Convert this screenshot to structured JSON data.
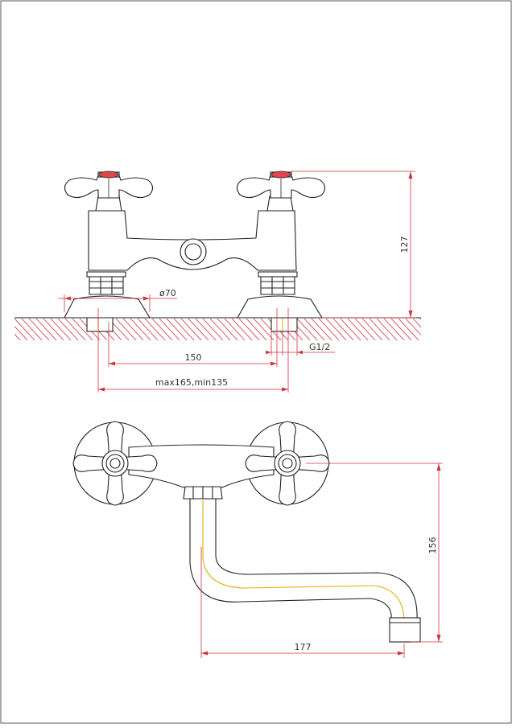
{
  "drawing": {
    "dimensions": {
      "height_front": "127",
      "diameter_base": "ø70",
      "center_distance": "150",
      "thread": "G1/2",
      "range": "max165,min135",
      "height_top": "156",
      "spout_reach": "177"
    },
    "colors": {
      "outline": "#222222",
      "dimension": "#d2323c",
      "hot_marker": "#e0454a",
      "centerline": "#e0b000"
    }
  }
}
